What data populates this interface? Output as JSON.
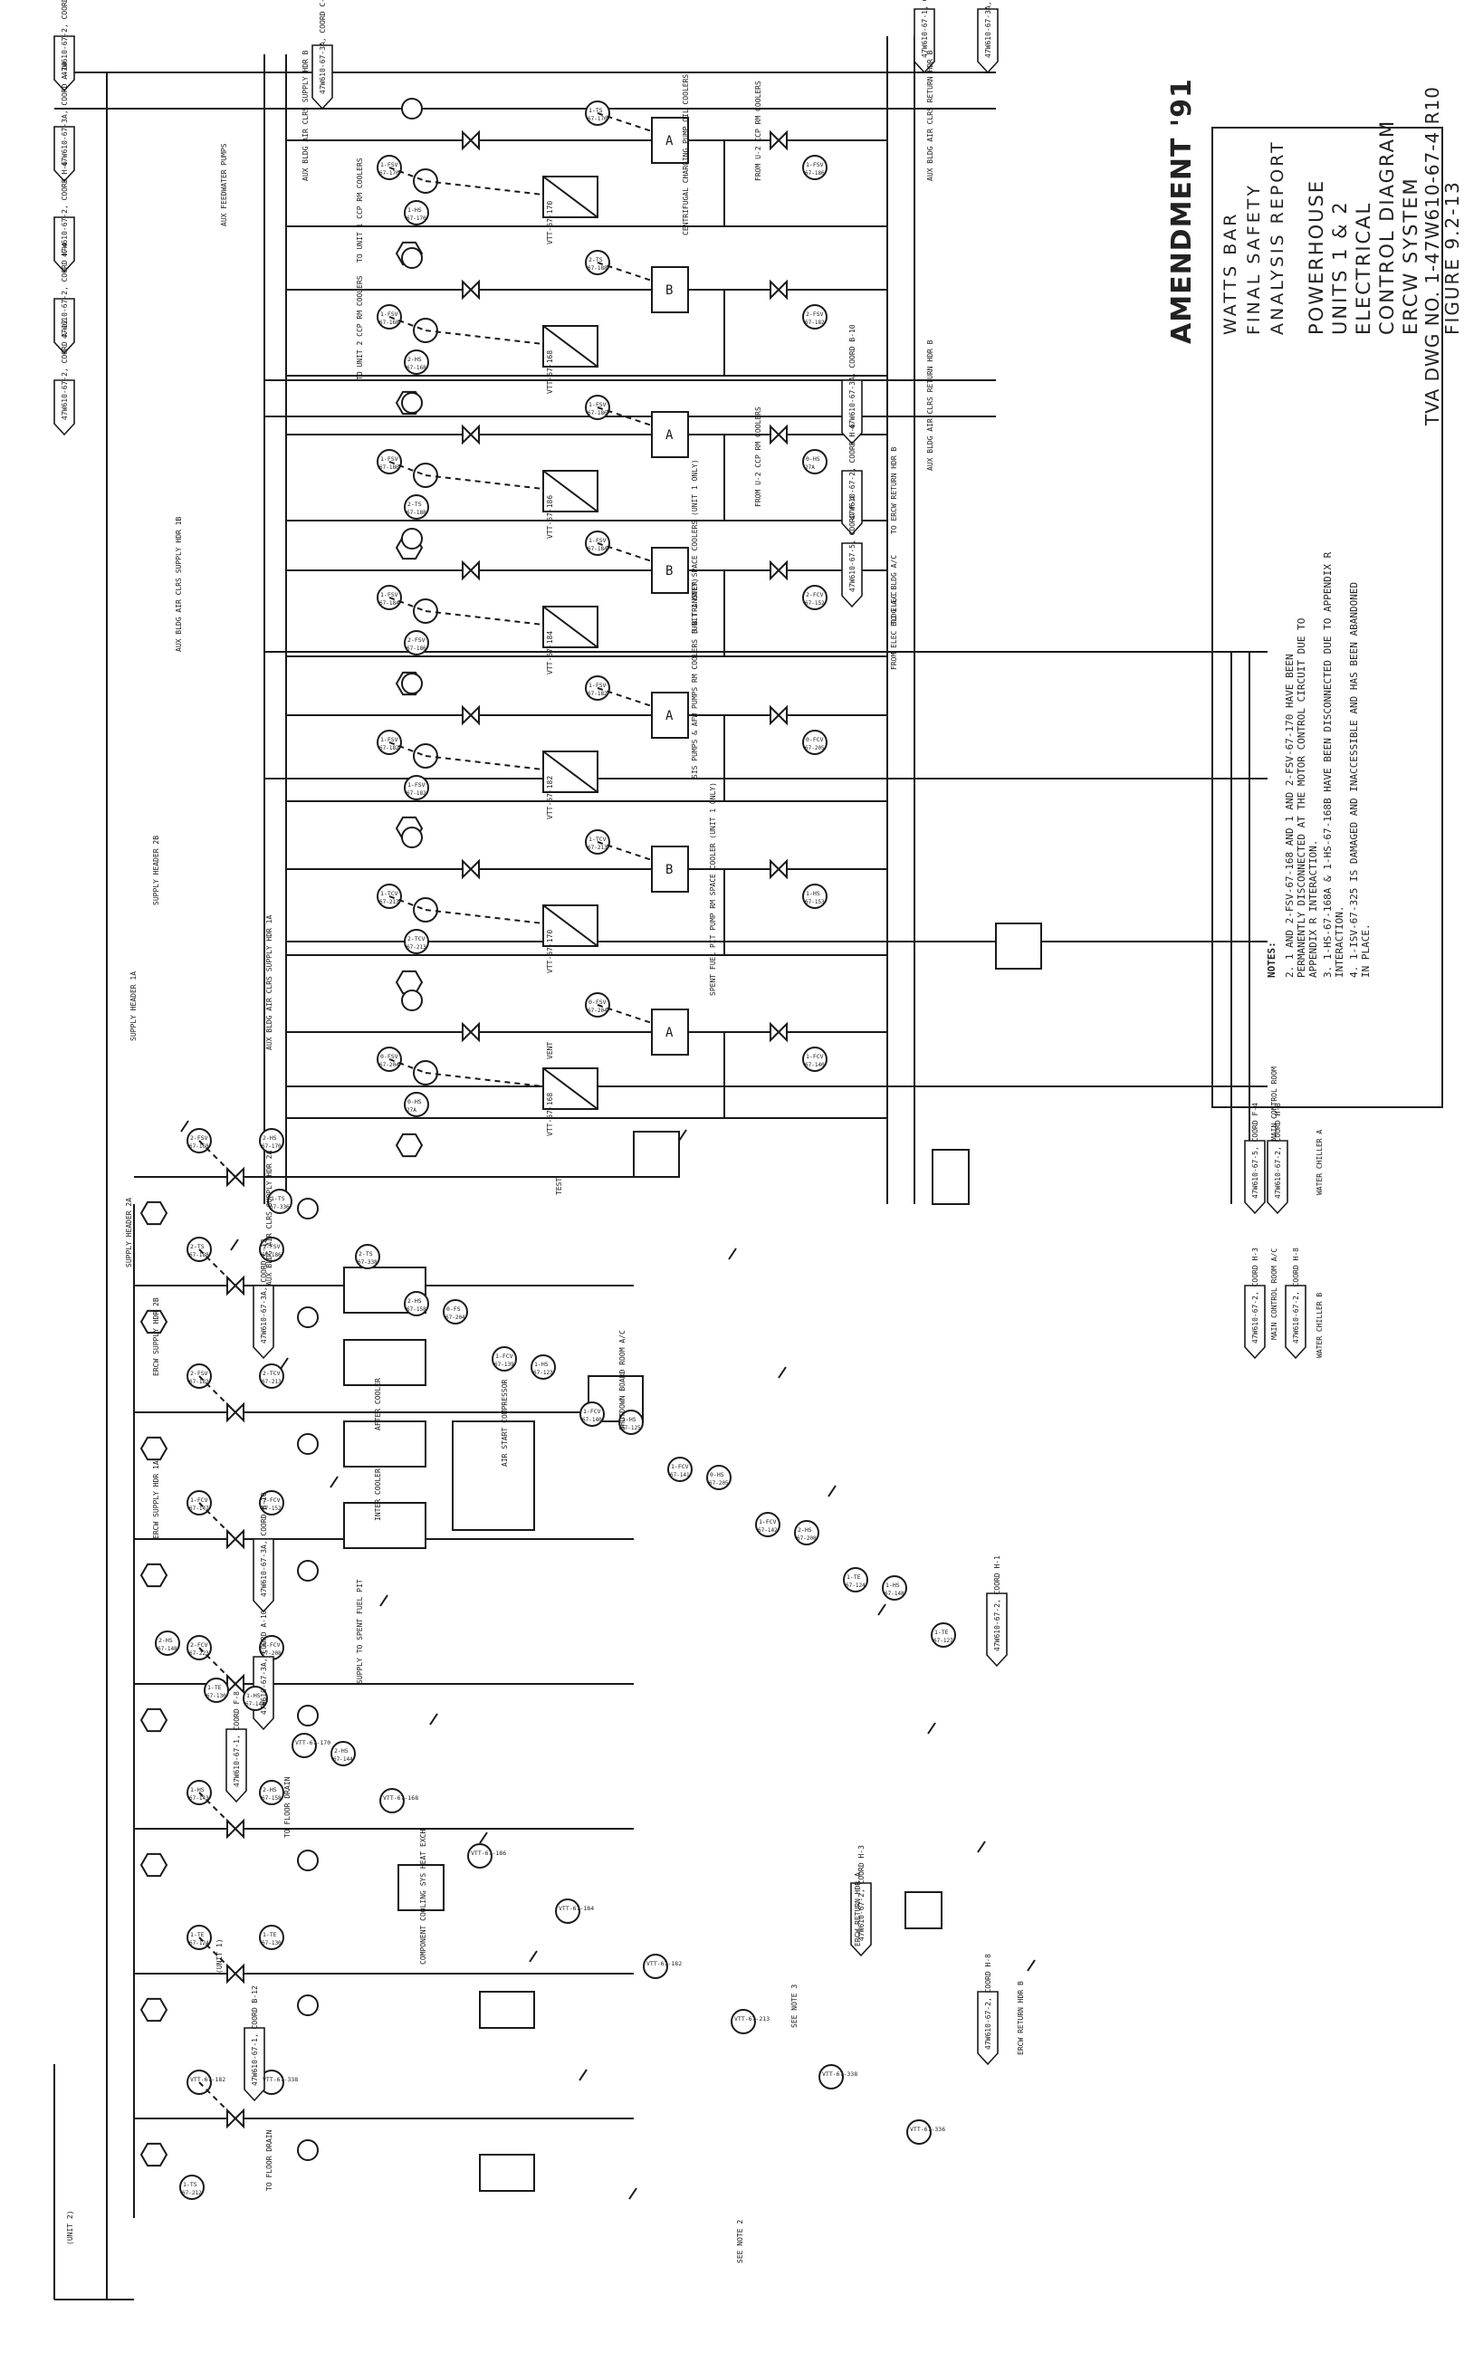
{
  "title_block": {
    "amendment": "AMENDMENT '91",
    "plant": "WATTS BAR",
    "report_1": "FINAL SAFETY",
    "report_2": "ANALYSIS REPORT",
    "location": "POWERHOUSE",
    "units": "UNITS 1 & 2",
    "subject_1": "ELECTRICAL",
    "subject_2": "CONTROL DIAGRAM",
    "system": "ERCW SYSTEM",
    "drawing_no": "TVA DWG NO. 1-47W610-67-4 R10",
    "figure": "FIGURE 9.2-13"
  },
  "notes": {
    "heading": "NOTES:",
    "items": [
      "2. 1 AND 2-FSV-67-168 AND 1 AND 2-FSV-67-170 HAVE BEEN",
      "PERMANENTLY DISCONNECTED AT THE MOTOR CONTROL CIRCUIT DUE TO",
      "APPENDIX R INTERACTION.",
      "3. 1-HS-67-168A & 1-HS-67-168B HAVE BEEN DISCONNECTED DUE TO APPENDIX R",
      "INTERACTION.",
      "4. 1-ISV-67-325 IS DAMAGED AND INACCESSIBLE AND HAS BEEN ABANDONED",
      "IN PLACE."
    ]
  },
  "offpage_refs": [
    "47W610-67-1, COORD D-1",
    "47W610-67-3A, COORD D-1",
    "47W610-67-2, COORD A-7",
    "47W610-67-3A, COORD A-10",
    "47W610-67-2, COORD H-6",
    "47W610-67-2, COORD H-4",
    "47W610-67-2, COORD A-12",
    "47W610-67-3A, COORD C-12",
    "47W610-67-3A, COORD B-10",
    "47W610-67-2, COORD H-6",
    "47W610-67-5, COORD F-4",
    "47W610-67-5, COORD F-4",
    "47W610-67-2, COORD H-8",
    "47W610-67-2, COORD H-3",
    "47W610-67-2, COORD H-8",
    "47W610-67-3A, COORD C-12",
    "47W610-67-3A, COORD B-10",
    "47W610-67-3A, COORD A-10",
    "47W610-67-1, COORD F-8",
    "47W610-67-2, COORD H-3",
    "47W610-67-2, COORD H-8",
    "47W610-67-1, COORD B-12",
    "47W610-67-2, COORD H-1"
  ],
  "line_labels": [
    "AUX BLDG AIR CLRS RETURN HDR B",
    "AUX BLDG AIR CLRS RETURN HDR B",
    "AUX BLDG AIR CLRS SUPPLY HDR B",
    "CENTRIFUGAL CHARGING PUMP OIL COOLERS",
    "FROM U-2 CCP RM COOLERS",
    "FROM U-2 CCP RM COOLERS",
    "B-B TRANSFER SPACE COOLERS (UNIT 1 ONLY)",
    "SIS PUMPS & AFW PUMPS RM COOLERS (UNIT 1 ONLY)",
    "TO ERCW RETURN HDR B",
    "FROM ELEC BLDG A/C",
    "TO ELEC BLDG A/C",
    "TO UNIT 1 CCP RM COOLERS",
    "TO UNIT 2 CCP RM COOLERS",
    "AUX FEEDWATER PUMPS",
    "AUX BLDG AIR CLRS SUPPLY HDR 1B",
    "SUPPLY HEADER 2B",
    "SUPPLY HEADER 1A",
    "SUPPLY HEADER 2A",
    "ERCW SUPPLY HDR 2B",
    "ERCW SUPPLY HDR 1A",
    "AUX BLDG AIR CLRS SUPPLY HDR 1A",
    "AUX BLDG AIR CLRS SUPPLY HDR 2A",
    "AFTER COOLER",
    "INTER COOLER",
    "AIR START COMPRESSOR",
    "SHUTDOWN BOARD ROOM A/C",
    "SPENT FUEL PIT PUMP RM SPACE COOLER (UNIT 1 ONLY)",
    "MAIN CONTROL ROOM",
    "WATER CHILLER A",
    "WATER CHILLER B",
    "MAIN CONTROL ROOM A/C",
    "SUPPLY TO SPENT FUEL PIT",
    "COMPONENT COOLING SYS HEAT EXCH",
    "ERCW RETURN HDR A",
    "ERCW RETURN HDR B",
    "TO FLOOR DRAIN",
    "TO FLOOR DRAIN",
    "SEE NOTE 3",
    "SEE NOTE 2",
    "VENT",
    "TEST",
    "(UNIT 1)",
    "(UNIT 2)"
  ],
  "instrument_tags": [
    "1-FSV 67-170",
    "2-FSV 67-170",
    "1-FSV 67-168",
    "2-FSV 67-168",
    "1-HS 67-170",
    "2-HS 67-170",
    "1-HS 67-168",
    "2-HS 67-168",
    "1-TS 67-170",
    "1-TS 67-168",
    "2-TS 67-188",
    "1-TS 67-188",
    "1-FSV 67-186",
    "2-FSV 67-186",
    "1-FSV 67-184",
    "2-FSV 67-184",
    "1-FSV 67-182",
    "2-FSV 67-182",
    "1-TCV 67-213",
    "2-TCV 67-213",
    "0-FSV 67-204",
    "2-FSV 67-204",
    "0-HS 27A",
    "1-HS 67-147",
    "1-FCV 67-147",
    "2-FCV 67-147",
    "1-FCV 67-152",
    "2-FCV 67-152",
    "1-FCV 67-144",
    "2-FCV 67-144",
    "1-FCV 67-223",
    "2-FCV 67-223",
    "0-FCV 67-205",
    "0-FCV 67-208",
    "2-FCV 67-208",
    "1-HS 67-146",
    "1-HS 67-151",
    "1-HS 67-153",
    "1-HS 67-143",
    "1-HS 67-158",
    "2-HS 67-158",
    "1-FCV 67-139",
    "1-FCV 67-140",
    "1-FCV 67-141",
    "1-FCV 67-142",
    "1-TE 67-124",
    "1-TE 67-127",
    "1-TE 67-130",
    "VTT-67-170",
    "VTT-67-168",
    "VTT-67-186",
    "VTT-67-184",
    "VTT-67-182",
    "VTT-67-213",
    "VTT-67-338",
    "VTT-67-336",
    "1-TS 67-212",
    "1-TS 67-336",
    "2-TS 67-338",
    "0-FS 67-204",
    "1-HS 67-123",
    "1-HS 67-125",
    "0-HS 67-205",
    "2-HS 67-208",
    "1-HS 67-148",
    "2-HS 67-148",
    "1-HS 67-144",
    "2-HS 67-144"
  ],
  "component_letters": [
    "A",
    "B"
  ],
  "style": {
    "line_color": "#1a1a1a",
    "paper_color": "#ffffff"
  }
}
